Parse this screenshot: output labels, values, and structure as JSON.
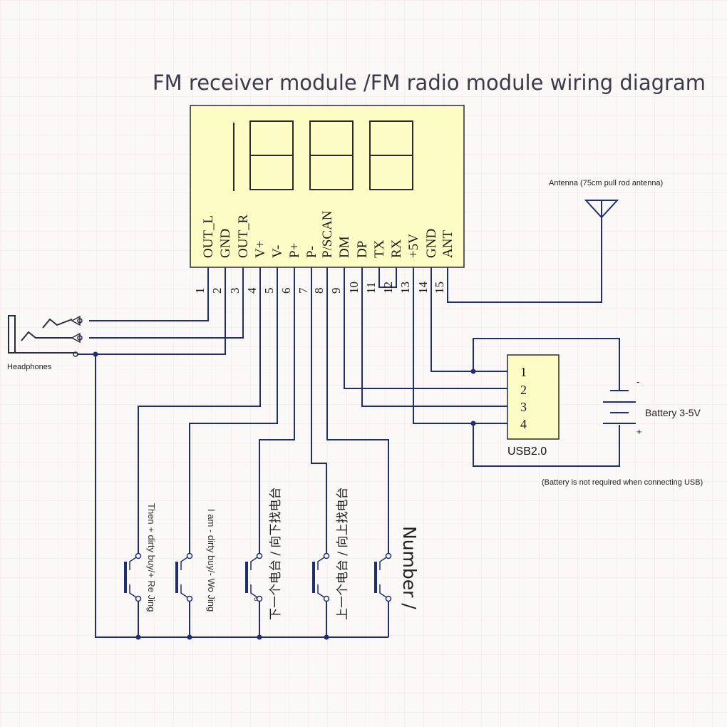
{
  "title": "FM receiver module /FM radio module wiring diagram",
  "module": {
    "pins": [
      {
        "num": "1",
        "label": "OUT_L"
      },
      {
        "num": "2",
        "label": "GND"
      },
      {
        "num": "3",
        "label": "OUT_R"
      },
      {
        "num": "4",
        "label": "V+"
      },
      {
        "num": "5",
        "label": "V-"
      },
      {
        "num": "6",
        "label": "P+"
      },
      {
        "num": "7",
        "label": "P-"
      },
      {
        "num": "8",
        "label": "P/SCAN"
      },
      {
        "num": "9",
        "label": "DM"
      },
      {
        "num": "10",
        "label": "DP"
      },
      {
        "num": "11",
        "label": "TX"
      },
      {
        "num": "12",
        "label": "RX"
      },
      {
        "num": "13",
        "label": "+5V"
      },
      {
        "num": "14",
        "label": "GND"
      },
      {
        "num": "15",
        "label": "ANT"
      }
    ]
  },
  "antenna_label": "Antenna (75cm pull rod antenna)",
  "headphones_label": "Headphones",
  "usb": {
    "pins": [
      "1",
      "2",
      "3",
      "4"
    ],
    "label": "USB2.0"
  },
  "battery": {
    "label": "Battery 3-5V",
    "minus": "-",
    "plus": "+"
  },
  "battery_note": "(Battery is not required when connecting USB)",
  "buttons": {
    "b1_label": "Then + dirty buy/+ Re Jing",
    "b2_label": "I am - dirty buy/- Wo Jing",
    "b3_label": "下一个电台 / 向下找电台",
    "b3_mark": "。",
    "b4_label": "上一个电台 / 向上找电台",
    "b5_label": "Number /"
  },
  "colors": {
    "module_fill": "#fdfcc4",
    "wire": "#1f2f6e",
    "usb_fill": "#fdfcc4"
  }
}
